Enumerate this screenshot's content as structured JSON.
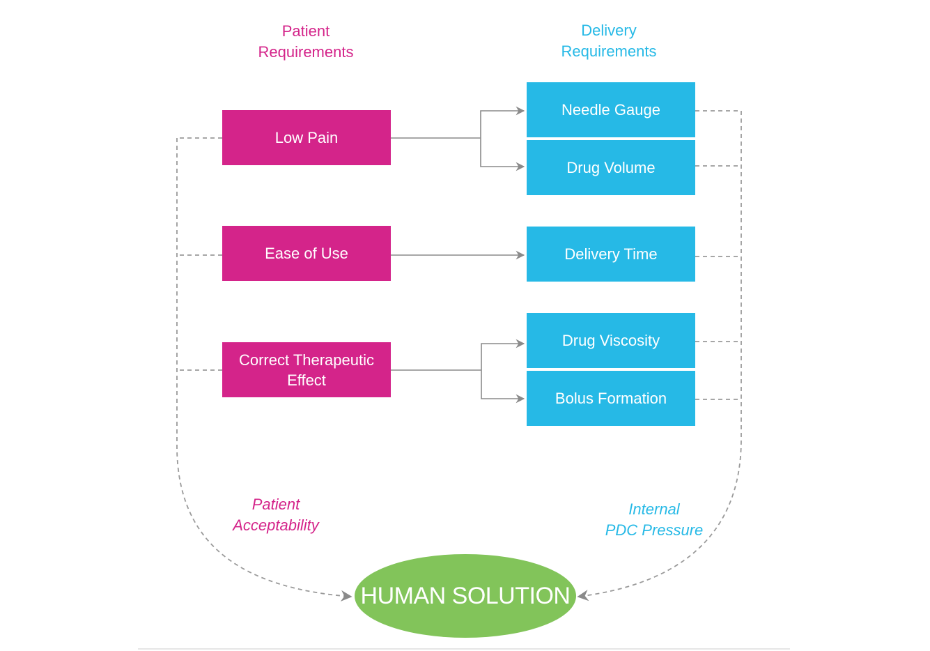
{
  "headings": {
    "patient": [
      "Patient",
      "Requirements"
    ],
    "delivery": [
      "Delivery",
      "Requirements"
    ]
  },
  "patient_requirements": [
    {
      "label": "Low Pain"
    },
    {
      "label": "Ease of Use"
    },
    {
      "label_lines": [
        "Correct Therapeutic",
        "Effect"
      ]
    }
  ],
  "delivery_requirements": [
    {
      "label": "Needle Gauge"
    },
    {
      "label": "Drug Volume"
    },
    {
      "label": "Delivery Time"
    },
    {
      "label": "Drug Viscosity"
    },
    {
      "label": "Bolus Formation"
    }
  ],
  "pathway_labels": {
    "left": [
      "Patient",
      "Acceptability"
    ],
    "right": [
      "Internal",
      "PDC Pressure"
    ]
  },
  "outcome": "HUMAN SOLUTION",
  "colors": {
    "patient": "#d4248a",
    "delivery": "#26b9e6",
    "outcome": "#82c45a",
    "connector": "#8a8a8a",
    "dashed": "#9a9a9a"
  }
}
